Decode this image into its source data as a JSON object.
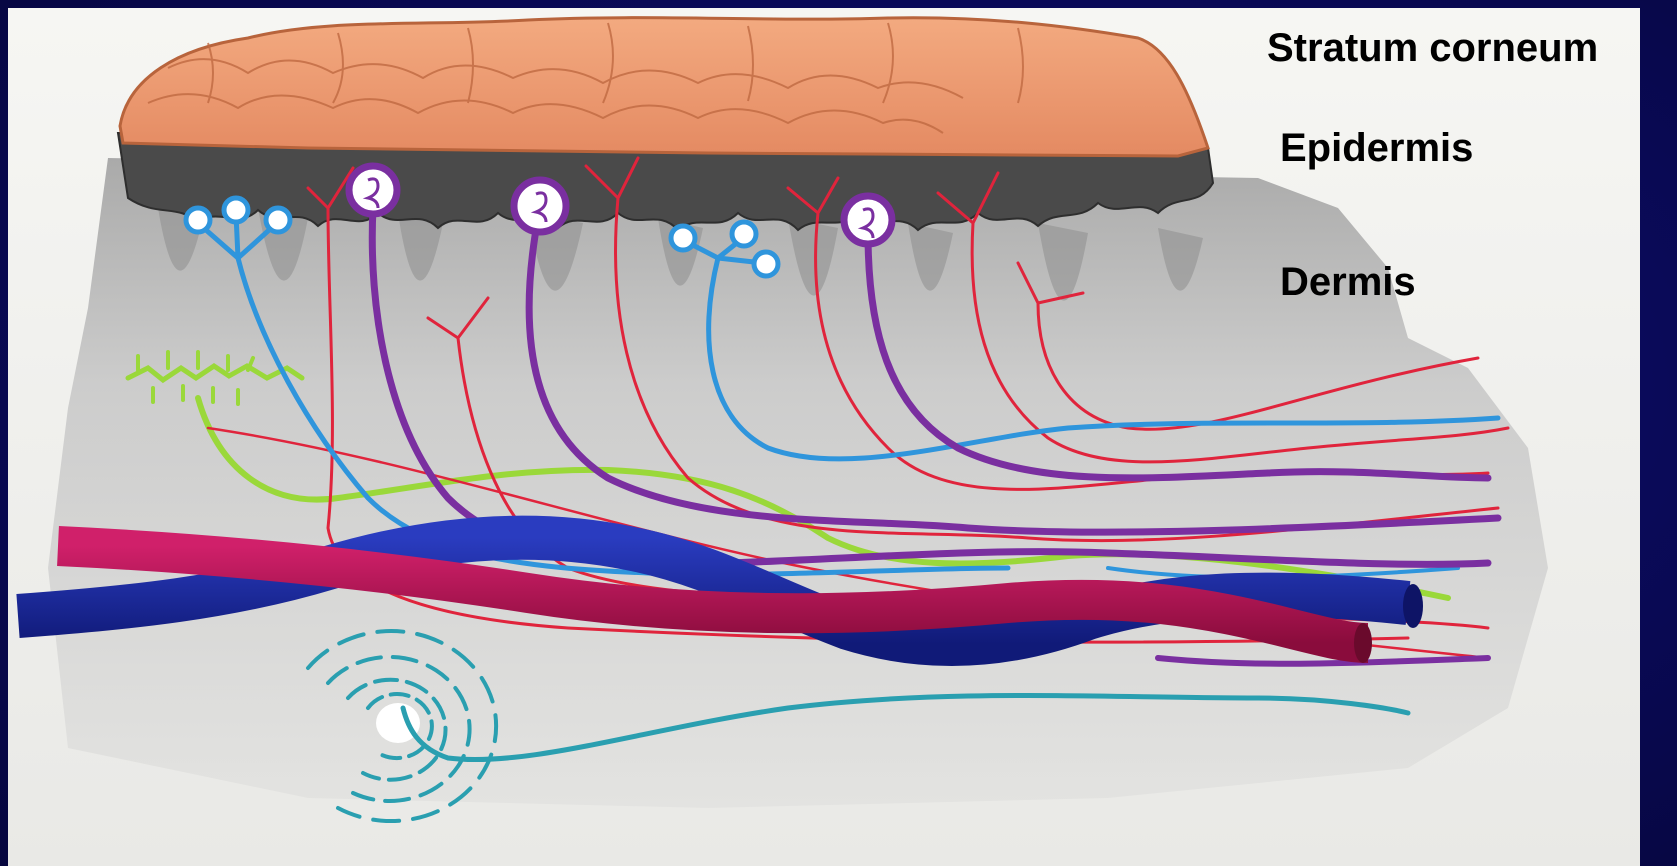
{
  "labels": {
    "stratum_corneum": "Stratum corneum",
    "epidermis": "Epidermis",
    "dermis": "Dermis"
  },
  "colors": {
    "slide_background": "#0a0a5a",
    "paper": "#f1f1ee",
    "stratum_corneum": "#ee9a72",
    "epidermis": "#4d4d4d",
    "dermis_shading": "#c8c8c8",
    "free_nerve_ending": "#e0243c",
    "merkel_complex": "#2f95dc",
    "meissner_corpuscle": "#7a2fa0",
    "hair_follicle_network": "#9ad83a",
    "pacinian_corpuscle": "#2a9fb0",
    "artery": "#b0124e",
    "vein": "#1a2aa0"
  }
}
